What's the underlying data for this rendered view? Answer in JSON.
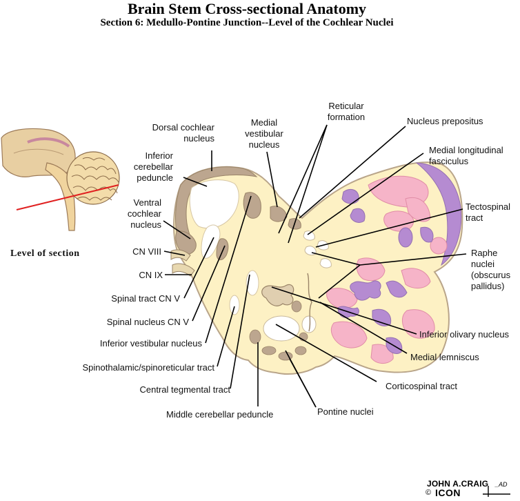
{
  "title": "Brain Stem Cross-sectional Anatomy",
  "subtitle": "Section 6:  Medullo-Pontine Junction--Level of the Cochlear Nuclei",
  "inset_label": "Level of section",
  "labels": {
    "reticular_formation": [
      "Reticular",
      "formation"
    ],
    "nucleus_prepositus": [
      "Nucleus prepositus"
    ],
    "medial_vestibular_nucleus": [
      "Medial",
      "vestibular",
      "nucleus"
    ],
    "dorsal_cochlear_nucleus": [
      "Dorsal cochlear",
      "nucleus"
    ],
    "inferior_cerebellar_peduncle": [
      "Inferior",
      "cerebellar",
      "peduncle"
    ],
    "medial_longitudinal_fasciculus": [
      "Medial longitudinal",
      "fasciculus"
    ],
    "tectospinal_tract": [
      "Tectospinal",
      "tract"
    ],
    "ventral_cochlear_nucleus": [
      "Ventral",
      "cochlear",
      "nucleus"
    ],
    "cn_viii": [
      "CN VIII"
    ],
    "raphe_nuclei": [
      "Raphe",
      "nuclei",
      "(obscurus",
      "pallidus)"
    ],
    "cn_ix": [
      "CN IX"
    ],
    "spinal_tract_cn_v": [
      "Spinal tract CN V"
    ],
    "spinal_nucleus_cn_v": [
      "Spinal nucleus CN V"
    ],
    "inferior_olivary_nucleus": [
      "Inferior olivary nucleus"
    ],
    "inferior_vestibular_nucleus": [
      "Inferior vestibular nucleus"
    ],
    "medial_lemniscus": [
      "Medial lemniscus"
    ],
    "spinothalamic_tract": [
      "Spinothalamic/spinoreticular tract"
    ],
    "corticospinal_tract": [
      "Corticospinal tract"
    ],
    "central_tegmental_tract": [
      "Central tegmental tract"
    ],
    "pontine_nuclei": [
      "Pontine nuclei"
    ],
    "middle_cerebellar_peduncle": [
      "Middle cerebellar peduncle"
    ]
  },
  "signature": {
    "name": "JOHN A.CRAIG",
    "suffix": "_AD",
    "copyright": "©",
    "logo": "ICON"
  },
  "colors": {
    "tissue": "#fdf1c4",
    "outline": "#b9a58a",
    "gray_nucleus": "#bca68f",
    "pink_tract": "#f6b4c8",
    "purple_tract": "#b58bd1",
    "section_line": "#e02020"
  }
}
